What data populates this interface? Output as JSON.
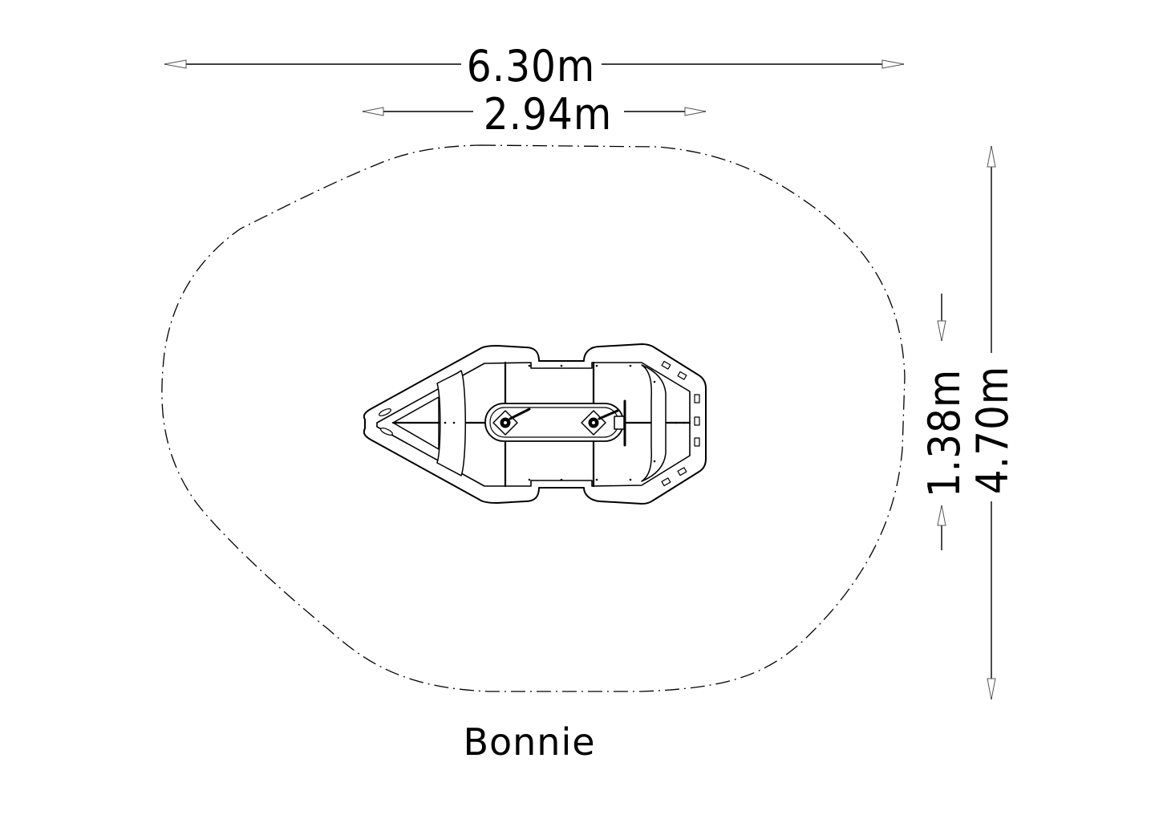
{
  "drawing": {
    "title": "Bonnie",
    "line_color": "#000000",
    "background_color": "#ffffff",
    "arrow_color": "#8a8a8a"
  },
  "dimensions": {
    "overall_width": {
      "label": "6.30m",
      "value_m": 6.3,
      "orientation": "horizontal",
      "role": "safety-zone width"
    },
    "equipment_width": {
      "label": "2.94m",
      "value_m": 2.94,
      "orientation": "horizontal",
      "role": "equipment length"
    },
    "equipment_depth": {
      "label": "1.38m",
      "value_m": 1.38,
      "orientation": "vertical",
      "role": "equipment width"
    },
    "overall_depth": {
      "label": "4.70m",
      "value_m": 4.7,
      "orientation": "vertical",
      "role": "safety-zone depth"
    }
  },
  "elements": {
    "safety_zone": {
      "style": "dash-dot outline"
    },
    "equipment": {
      "name": "boat-shaped play equipment",
      "view": "top plan"
    }
  }
}
